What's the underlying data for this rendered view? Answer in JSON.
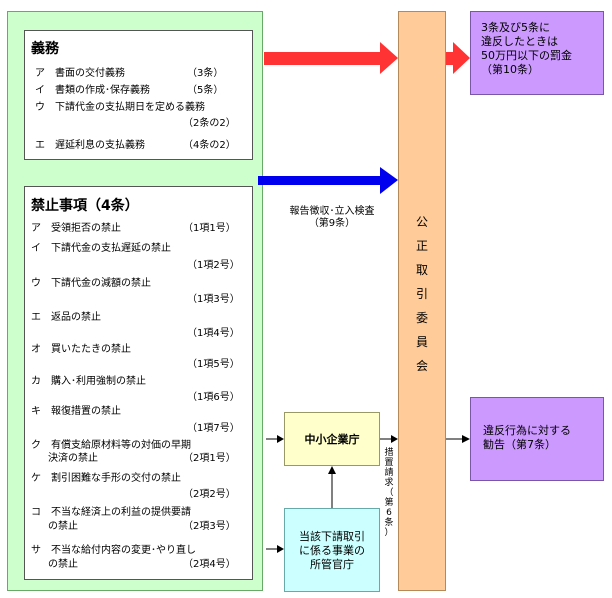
{
  "duties": {
    "title": "義務",
    "items": [
      {
        "label": "ア　書面の交付義務",
        "ref": "（3条）"
      },
      {
        "label": "イ　書類の作成･保存義務",
        "ref": "（5条）"
      },
      {
        "label": "ウ　下請代金の支払期日を定める義務",
        "ref": "（2条の2）"
      },
      {
        "label": "エ　遅延利息の支払義務",
        "ref": "（4条の2）"
      }
    ]
  },
  "prohibitions": {
    "title": "禁止事項（4条）",
    "items": [
      {
        "label": "ア　受領拒否の禁止",
        "label2": "",
        "ref": "（1項1号）"
      },
      {
        "label": "イ　下請代金の支払遅延の禁止",
        "label2": "",
        "ref": "（1項2号）"
      },
      {
        "label": "ウ　下請代金の減額の禁止",
        "label2": "",
        "ref": "（1項3号）"
      },
      {
        "label": "エ　返品の禁止",
        "label2": "",
        "ref": "（1項4号）"
      },
      {
        "label": "オ　買いたたきの禁止",
        "label2": "",
        "ref": "（1項5号）"
      },
      {
        "label": "カ　購入･利用強制の禁止",
        "label2": "",
        "ref": "（1項6号）"
      },
      {
        "label": "キ　報復措置の禁止",
        "label2": "",
        "ref": "（1項7号）"
      },
      {
        "label": "ク　有償支給原材料等の対価の早期",
        "label2": "決済の禁止",
        "ref": "（2項1号）"
      },
      {
        "label": "ケ　割引困難な手形の交付の禁止",
        "label2": "",
        "ref": "（2項2号）"
      },
      {
        "label": "コ　不当な経済上の利益の提供要請",
        "label2": "の禁止",
        "ref": "（2項3号）"
      },
      {
        "label": "サ　不当な給付内容の変更･やり直し",
        "label2": "の禁止",
        "ref": "（2項4号）"
      }
    ]
  },
  "ftc": {
    "chars": [
      "公",
      "正",
      "取",
      "引",
      "委",
      "員",
      "会"
    ]
  },
  "penalty": {
    "lines": [
      "3条及び5条に",
      "違反したときは",
      "50万円以下の罰金",
      "（第10条）"
    ]
  },
  "report_label": {
    "lines": [
      "報告徴収･立入検査",
      "（第9条）"
    ]
  },
  "sme": {
    "label": "中小企業庁"
  },
  "measure_request": {
    "chars": [
      "措",
      "置",
      "請",
      "求",
      "（",
      "第",
      "6",
      "条",
      "）"
    ]
  },
  "ministry": {
    "lines": [
      "当該下請取引",
      "に係る事業の",
      "所管官庁"
    ]
  },
  "recommendation": {
    "lines": [
      "違反行為に対する",
      "勧告（第7条）"
    ]
  },
  "colors": {
    "red_arrow": "#ff3333",
    "blue_arrow": "#0000ee",
    "green_panel": "#ccffcc",
    "orange": "#ffcc99",
    "purple": "#cc99ff",
    "lemon": "#ffffcc",
    "cyan": "#ccffff"
  }
}
